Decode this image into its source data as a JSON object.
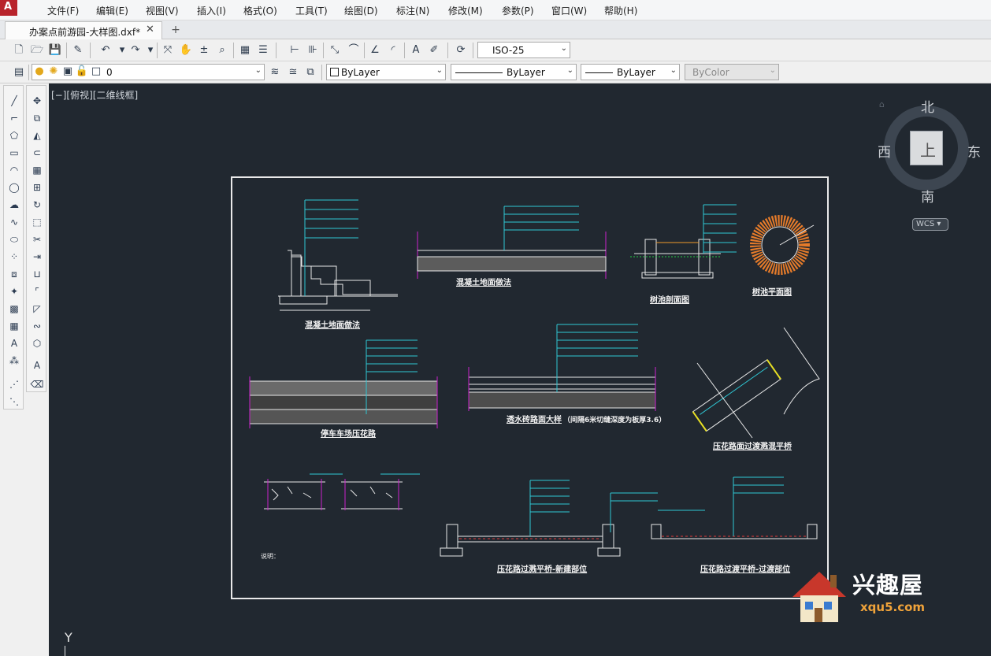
{
  "menu": [
    "文件(F)",
    "编辑(E)",
    "视图(V)",
    "插入(I)",
    "格式(O)",
    "工具(T)",
    "绘图(D)",
    "标注(N)",
    "修改(M)",
    "参数(P)",
    "窗口(W)",
    "帮助(H)"
  ],
  "tab": {
    "label": "办案点前游园-大样图.dxf*",
    "close": "✕",
    "new": "+"
  },
  "toolbar": {
    "dimstyle": "ISO-25",
    "layer": "0",
    "color": "ByLayer",
    "linetype": "ByLayer",
    "lineweight": "ByLayer",
    "plotstyle": "ByColor"
  },
  "viewport": {
    "label": "[−][俯视][二维线框]",
    "ucs_y": "Y"
  },
  "viewcube": {
    "north": "北",
    "south": "南",
    "east": "东",
    "west": "西",
    "face": "上",
    "wcs": "WCS"
  },
  "drawing": {
    "titles": {
      "t1": "混凝土地面做法",
      "t2": "混凝土地面做法",
      "t3": "树池剖面图",
      "t4": "树池平面图",
      "t5": "停车车场压花路",
      "t6": "透水砖路面大样",
      "t6_note": "（间隔6米切缝深度为板厚3.6）",
      "t7": "压花路面过渡溅混平桥",
      "t8": "压花路过溅平桥-新建部位",
      "t9": "压花路过渡平桥-过渡部位",
      "t10": "",
      "t11": ""
    },
    "notes": {
      "head": "说明：",
      "line1": "",
      "line2": ""
    }
  },
  "watermark": {
    "text": "兴趣屋",
    "url": "xqu5.com"
  }
}
